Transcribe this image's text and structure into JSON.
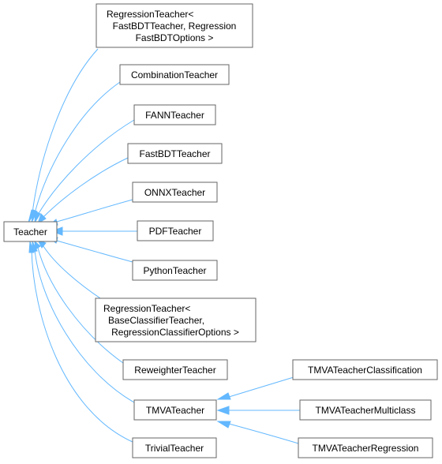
{
  "nodes": {
    "teacher": "Teacher",
    "regression_fastbdt": [
      "RegressionTeacher<",
      "FastBDTTeacher, Regression",
      "FastBDTOptions >"
    ],
    "combination": "CombinationTeacher",
    "fann": "FANNTeacher",
    "fastbdt": "FastBDTTeacher",
    "onnx": "ONNXTeacher",
    "pdf": "PDFTeacher",
    "python": "PythonTeacher",
    "regression_classifier": [
      "RegressionTeacher<",
      "BaseClassifierTeacher,",
      "RegressionClassifierOptions >"
    ],
    "reweighter": "ReweighterTeacher",
    "tmva": "TMVATeacher",
    "trivial": "TrivialTeacher",
    "tmva_classification": "TMVATeacherClassification",
    "tmva_multiclass": "TMVATeacherMulticlass",
    "tmva_regression": "TMVATeacherRegression"
  },
  "colors": {
    "edge": "#63b8ff",
    "node_border": "#666666"
  }
}
